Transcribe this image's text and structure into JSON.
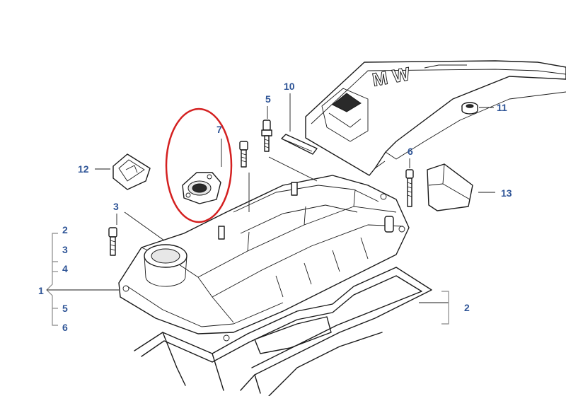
{
  "diagram": {
    "callouts": {
      "c1": "1",
      "c2a": "2",
      "c2b": "2",
      "c3a": "3",
      "c3b": "3",
      "c4": "4",
      "c5a": "5",
      "c5b": "5",
      "c6a": "6",
      "c6b": "6",
      "c7": "7",
      "c10": "10",
      "c11": "11",
      "c12": "12",
      "c13": "13"
    },
    "highlight_color": "#d42020",
    "callout_color": "#2f5597"
  }
}
